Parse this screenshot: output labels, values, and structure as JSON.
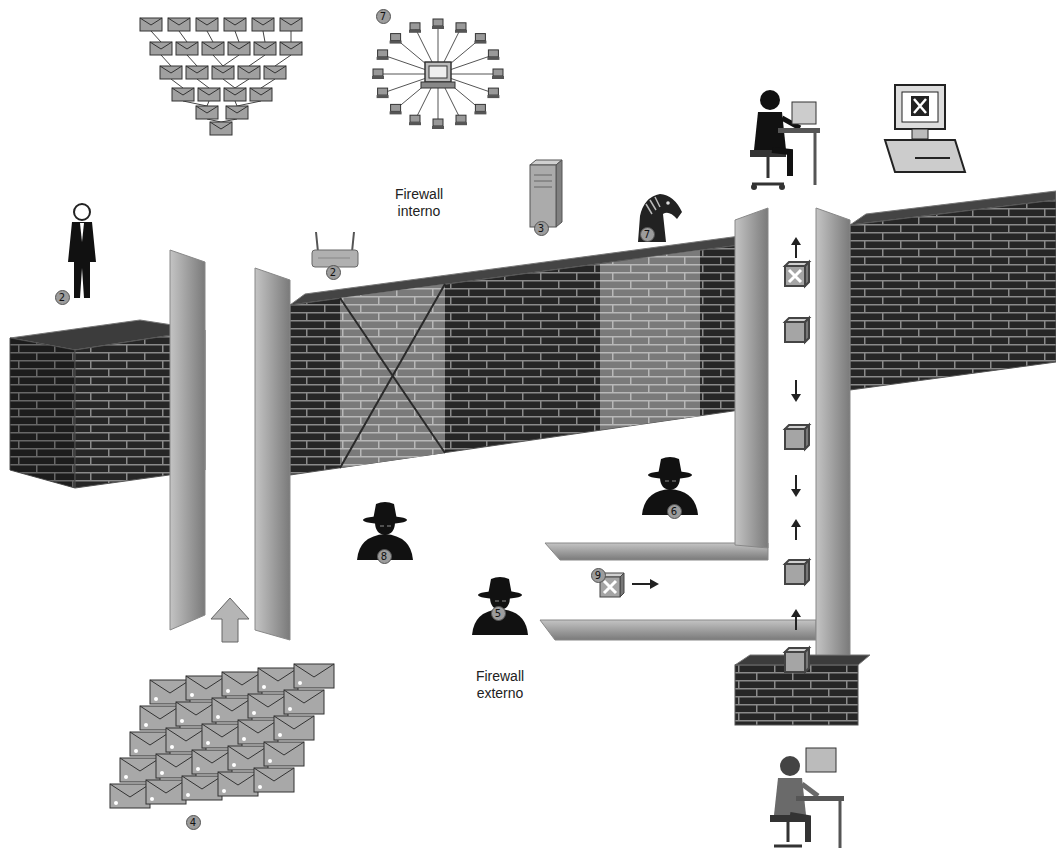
{
  "diagram": {
    "labels": [
      "7",
      "2",
      "2",
      "Firewall interno",
      "3",
      "7",
      "6",
      "8",
      "5",
      "9",
      "4",
      "Firewall externo"
    ]
  }
}
